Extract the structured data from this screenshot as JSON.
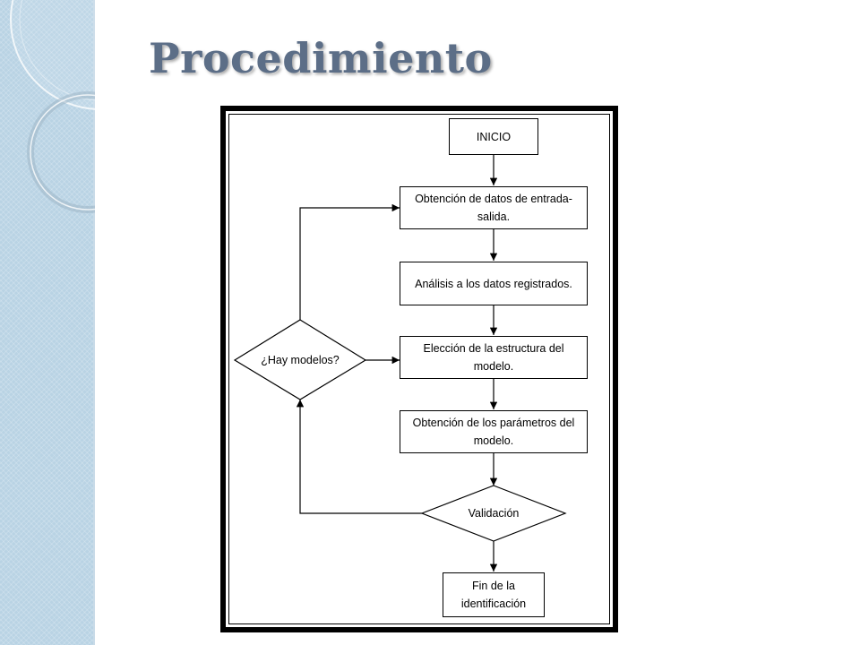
{
  "slide": {
    "title": "Procedimiento"
  },
  "flowchart": {
    "start": "INICIO",
    "step_data_acquisition": "Obtención de datos de entrada-salida.",
    "step_analysis": "Análisis a los datos registrados.",
    "step_structure": "Elección de la estructura del modelo.",
    "step_parameters": "Obtención de los parámetros del modelo.",
    "decision_validation": "Validación",
    "decision_models": "¿Hay modelos?",
    "end": "Fin de la identificación"
  }
}
